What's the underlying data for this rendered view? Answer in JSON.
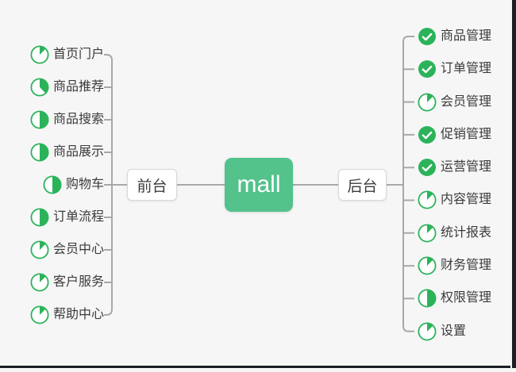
{
  "colors": {
    "canvas_bg": "#f6f6f7",
    "node_green": "#53c28b",
    "icon_green": "#2cb35a",
    "line_gray": "#a8a8a8",
    "node_border": "#d7d7d7",
    "node_bg": "#ffffff",
    "text_dark": "#3b3b3b",
    "edge_dark": "#1b1e26"
  },
  "center_node": {
    "label": "mall"
  },
  "left_branch": {
    "node_label": "前台",
    "items": [
      {
        "label": "首页门户",
        "icon": "pie-progress-icon",
        "status": "in-progress",
        "progress": 0.125
      },
      {
        "label": "商品推荐",
        "icon": "pie-progress-icon",
        "status": "in-progress",
        "progress": 0.375
      },
      {
        "label": "商品搜索",
        "icon": "pie-progress-icon",
        "status": "in-progress",
        "progress": 0.5
      },
      {
        "label": "商品展示",
        "icon": "pie-progress-icon",
        "status": "in-progress",
        "progress": 0.5
      },
      {
        "label": "购物车",
        "icon": "pie-progress-icon",
        "status": "in-progress",
        "progress": 0.5
      },
      {
        "label": "订单流程",
        "icon": "pie-progress-icon",
        "status": "in-progress",
        "progress": 0.5
      },
      {
        "label": "会员中心",
        "icon": "pie-progress-icon",
        "status": "in-progress",
        "progress": 0.125
      },
      {
        "label": "客户服务",
        "icon": "pie-progress-icon",
        "status": "in-progress",
        "progress": 0.125
      },
      {
        "label": "帮助中心",
        "icon": "pie-progress-icon",
        "status": "in-progress",
        "progress": 0.125
      }
    ]
  },
  "right_branch": {
    "node_label": "后台",
    "items": [
      {
        "label": "商品管理",
        "icon": "check-circle-icon",
        "status": "done",
        "progress": 1
      },
      {
        "label": "订单管理",
        "icon": "check-circle-icon",
        "status": "done",
        "progress": 1
      },
      {
        "label": "会员管理",
        "icon": "pie-progress-icon",
        "status": "in-progress",
        "progress": 0.125
      },
      {
        "label": "促销管理",
        "icon": "check-circle-icon",
        "status": "done",
        "progress": 1
      },
      {
        "label": "运营管理",
        "icon": "check-circle-icon",
        "status": "done",
        "progress": 1
      },
      {
        "label": "内容管理",
        "icon": "pie-progress-icon",
        "status": "in-progress",
        "progress": 0.125
      },
      {
        "label": "统计报表",
        "icon": "pie-progress-icon",
        "status": "in-progress",
        "progress": 0.125
      },
      {
        "label": "财务管理",
        "icon": "pie-progress-icon",
        "status": "in-progress",
        "progress": 0.125
      },
      {
        "label": "权限管理",
        "icon": "pie-progress-icon",
        "status": "in-progress",
        "progress": 0.5
      },
      {
        "label": "设置",
        "icon": "pie-progress-icon",
        "status": "in-progress",
        "progress": 0.125
      }
    ]
  }
}
